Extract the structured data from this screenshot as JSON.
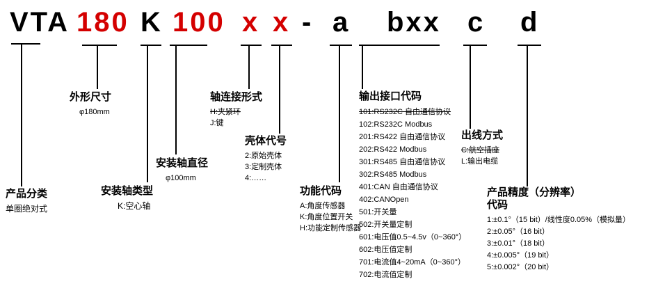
{
  "code": {
    "parts": [
      {
        "text": "VTA",
        "color": "#000000"
      },
      {
        "text": "180",
        "color": "#d40000"
      },
      {
        "text": "K",
        "color": "#000000"
      },
      {
        "text": "100",
        "color": "#d40000"
      },
      {
        "text": "x",
        "color": "#d40000"
      },
      {
        "text": "x",
        "color": "#d40000"
      },
      {
        "text": "-",
        "color": "#000000"
      },
      {
        "text": "a",
        "color": "#000000"
      },
      {
        "text": "bxx",
        "color": "#000000"
      },
      {
        "text": "c",
        "color": "#000000"
      },
      {
        "text": "d",
        "color": "#000000"
      }
    ]
  },
  "segments": {
    "product_category": {
      "heading": "产品分类",
      "items": [
        {
          "text": "单圈绝对式"
        }
      ]
    },
    "dimension": {
      "heading": "外形尺寸",
      "items": [
        {
          "text": "φ180mm"
        }
      ]
    },
    "shaft_type": {
      "heading": "安装轴类型",
      "items": [
        {
          "text": "K:空心轴"
        }
      ]
    },
    "shaft_diameter": {
      "heading": "安装轴直径",
      "items": [
        {
          "text": "φ100mm"
        }
      ]
    },
    "shaft_connection": {
      "heading": "轴连接形式",
      "items": [
        {
          "text": "H:夹紧环",
          "struck": true
        },
        {
          "text": "J:键"
        }
      ]
    },
    "housing_code": {
      "heading": "壳体代号",
      "items": [
        {
          "text": "2:原始壳体"
        },
        {
          "text": "3:定制壳体"
        },
        {
          "text": "4:……"
        }
      ]
    },
    "function_code": {
      "heading": "功能代码",
      "items": [
        {
          "text": "A:角度传感器"
        },
        {
          "text": "K:角度位置开关"
        },
        {
          "text": "H:功能定制传感器"
        }
      ]
    },
    "output_interface": {
      "heading": "输出接口代码",
      "items": [
        {
          "text": "101:RS232C 自由通信协议",
          "struck": true
        },
        {
          "text": "102:RS232C Modbus"
        },
        {
          "text": "201:RS422 自由通信协议"
        },
        {
          "text": "202:RS422 Modbus"
        },
        {
          "text": "301:RS485 自由通信协议"
        },
        {
          "text": "302:RS485 Modbus"
        },
        {
          "text": "401:CAN 自由通信协议"
        },
        {
          "text": "402:CANOpen"
        },
        {
          "text": "501:开关量"
        },
        {
          "text": "502:开关量定制"
        },
        {
          "text": "601:电压值0.5~4.5v（0~360°）"
        },
        {
          "text": "602:电压值定制"
        },
        {
          "text": "701:电流值4~20mA（0~360°）"
        },
        {
          "text": "702:电流值定制"
        }
      ]
    },
    "outlet_type": {
      "heading": "出线方式",
      "items": [
        {
          "text": "C:航空插座",
          "struck": true
        },
        {
          "text": "L:输出电缆"
        }
      ]
    },
    "accuracy_code": {
      "heading": "产品精度（分辨率）",
      "heading2": "代码",
      "items": [
        {
          "text": "1:±0.1°（15 bit）/线性度0.05%（模拟量）"
        },
        {
          "text": "2:±0.05°（16 bit）"
        },
        {
          "text": "3:±0.01°（18 bit）"
        },
        {
          "text": "4:±0.005°（19 bit）"
        },
        {
          "text": "5:±0.002°（20 bit）"
        }
      ]
    }
  }
}
